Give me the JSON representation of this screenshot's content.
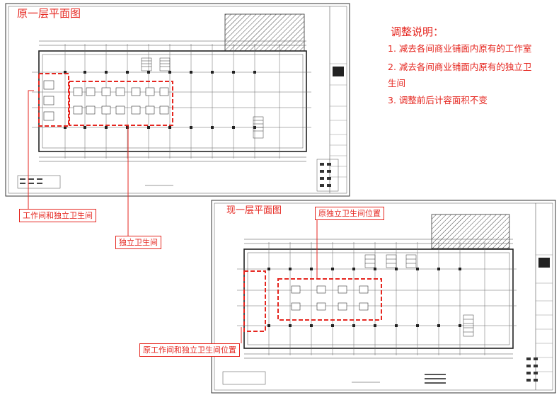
{
  "titles": {
    "original_floor": "原一层平面图",
    "current_floor": "现一层平面图"
  },
  "notes": {
    "heading": "调整说明：",
    "items": [
      "1. 减去各间商业铺面内原有的工作室",
      "2. 减去各间商业铺面内原有的独立卫",
      "生间",
      "3. 调整前后计容面积不变"
    ]
  },
  "callouts": {
    "workroom_toilet": "工作间和独立卫生间",
    "toilet": "独立卫生间",
    "original_toilet_location": "原独立卫生间位置",
    "original_workroom_toilet_location": "原工作间和独立卫生间位置"
  },
  "colors": {
    "annotation_red": "#e5261f",
    "drawing_line": "#333333"
  }
}
